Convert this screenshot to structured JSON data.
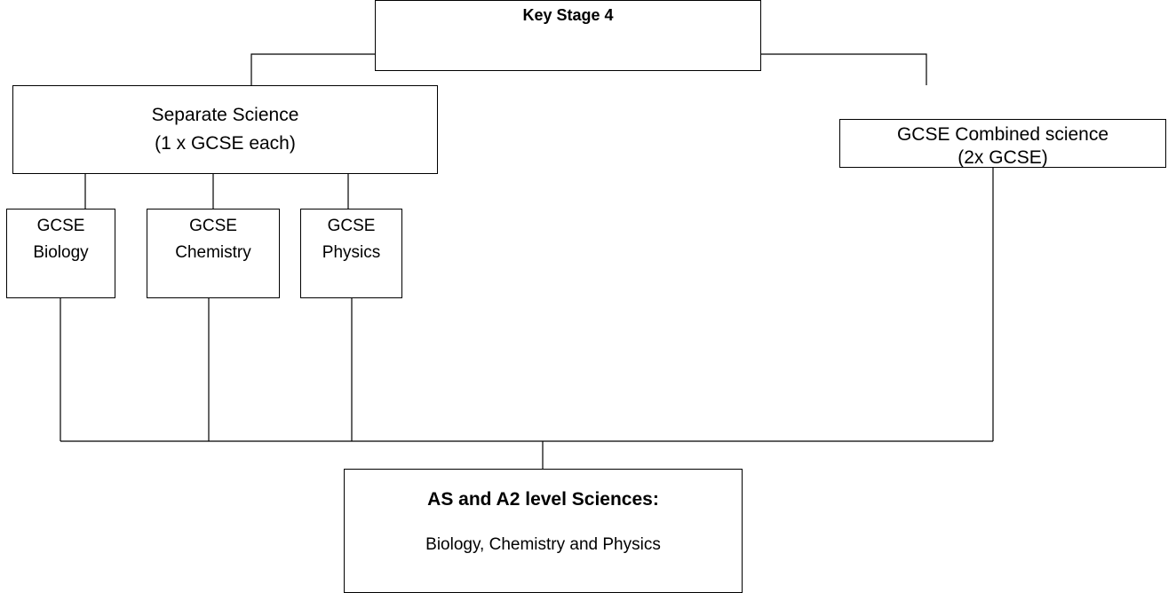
{
  "diagram": {
    "root": {
      "label": "Key Stage 4"
    },
    "separate": {
      "line1": "Separate Science",
      "line2": "(1 x GCSE each)"
    },
    "combined": {
      "line1": "GCSE Combined science",
      "line2": "(2x GCSE)"
    },
    "subjects": [
      {
        "line1": "GCSE",
        "line2": "Biology"
      },
      {
        "line1": "GCSE",
        "line2": "Chemistry"
      },
      {
        "line1": "GCSE",
        "line2": "Physics"
      }
    ],
    "outcome": {
      "title": "AS and A2 level Sciences:",
      "subtitle": "Biology, Chemistry and Physics"
    }
  },
  "colors": {
    "arrow_fill": "#ffff00",
    "line": "#000000"
  }
}
